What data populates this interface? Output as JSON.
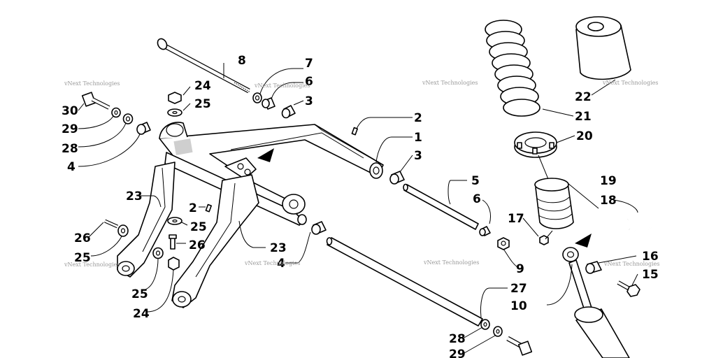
{
  "watermark_text": "vNext Technologies",
  "callouts": [
    {
      "id": "c1",
      "text": "1"
    },
    {
      "id": "c2a",
      "text": "2"
    },
    {
      "id": "c2b",
      "text": "2"
    },
    {
      "id": "c3a",
      "text": "3"
    },
    {
      "id": "c3b",
      "text": "3"
    },
    {
      "id": "c4a",
      "text": "4"
    },
    {
      "id": "c4b",
      "text": "4"
    },
    {
      "id": "c5",
      "text": "5"
    },
    {
      "id": "c6a",
      "text": "6"
    },
    {
      "id": "c6b",
      "text": "6"
    },
    {
      "id": "c7",
      "text": "7"
    },
    {
      "id": "c8",
      "text": "8"
    },
    {
      "id": "c9",
      "text": "9"
    },
    {
      "id": "c10",
      "text": "10"
    },
    {
      "id": "c15",
      "text": "15"
    },
    {
      "id": "c16",
      "text": "16"
    },
    {
      "id": "c17",
      "text": "17"
    },
    {
      "id": "c18",
      "text": "18"
    },
    {
      "id": "c19",
      "text": "19"
    },
    {
      "id": "c20",
      "text": "20"
    },
    {
      "id": "c21",
      "text": "21"
    },
    {
      "id": "c22",
      "text": "22"
    },
    {
      "id": "c23a",
      "text": "23"
    },
    {
      "id": "c23b",
      "text": "23"
    },
    {
      "id": "c24a",
      "text": "24"
    },
    {
      "id": "c24b",
      "text": "24"
    },
    {
      "id": "c25a",
      "text": "25"
    },
    {
      "id": "c25b",
      "text": "25"
    },
    {
      "id": "c25c",
      "text": "25"
    },
    {
      "id": "c25d",
      "text": "25"
    },
    {
      "id": "c26a",
      "text": "26"
    },
    {
      "id": "c26b",
      "text": "26"
    },
    {
      "id": "c27",
      "text": "27"
    },
    {
      "id": "c28a",
      "text": "28"
    },
    {
      "id": "c28b",
      "text": "28"
    },
    {
      "id": "c29a",
      "text": "29"
    },
    {
      "id": "c29b",
      "text": "29"
    },
    {
      "id": "c30",
      "text": "30"
    }
  ]
}
